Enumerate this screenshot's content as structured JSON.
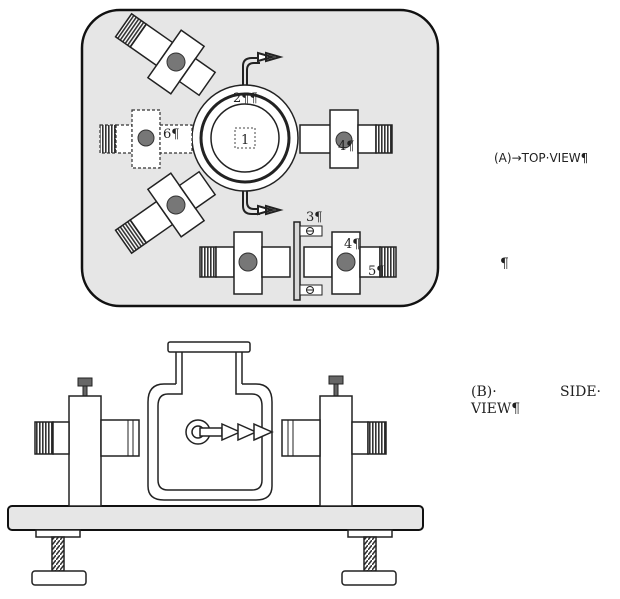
{
  "top_view": {
    "caption": "(A)→TOP·VIEW¶",
    "pilcrow": "¶",
    "labels": {
      "l1": "1",
      "l2": "2¶¶",
      "l3": "3¶",
      "l4_right": "4¶",
      "l4_bottom": "4¶",
      "l5": "5¶",
      "l6": "6¶"
    }
  },
  "side_view": {
    "caption_word1": "(B)·",
    "caption_word2": "SIDE·",
    "caption_word3": "VIEW¶"
  }
}
